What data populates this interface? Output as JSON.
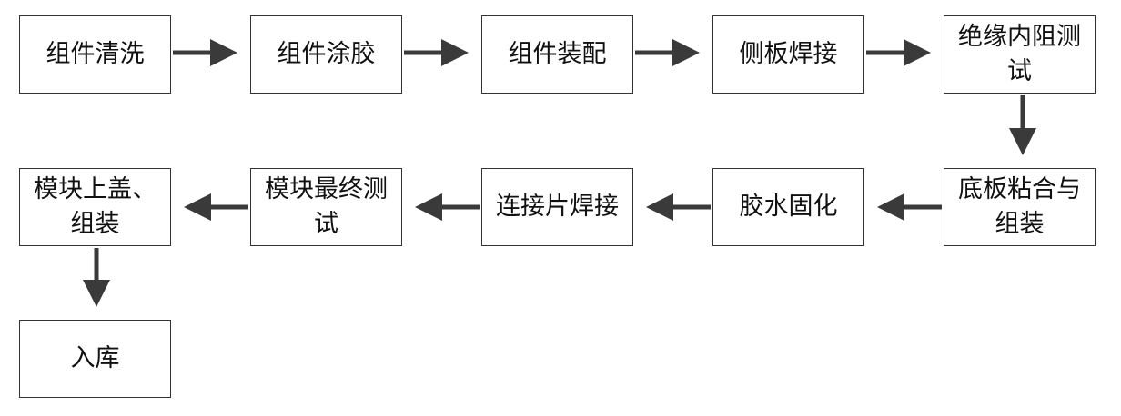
{
  "steps": {
    "s1": "组件清洗",
    "s2": "组件涂胶",
    "s3": "组件装配",
    "s4": "侧板焊接",
    "s5": "绝缘内阻测\n试",
    "s6": "底板粘合与\n组装",
    "s7": "胶水固化",
    "s8": "连接片焊接",
    "s9": "模块最终测\n试",
    "s10": "模块上盖、\n组装",
    "s11": "入库"
  },
  "colors": {
    "border": "#333333",
    "arrow": "#3a3a3a",
    "text": "#111111"
  }
}
